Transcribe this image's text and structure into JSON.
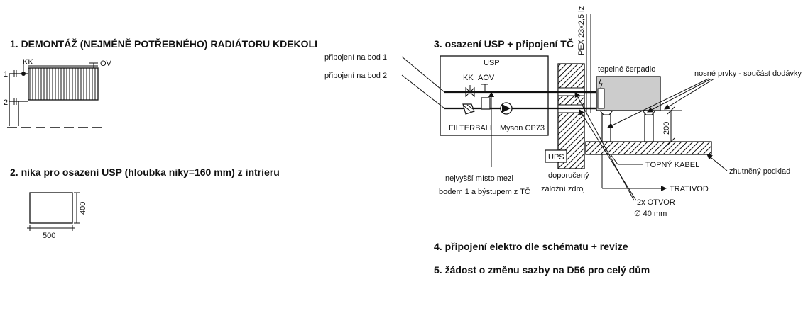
{
  "steps": {
    "s1": "1. DEMONTÁŽ (NEJMÉNĚ POTŘEBNÉHO) RADIÁTORU KDEKOLI",
    "s2": "2. nika pro osazení USP (hloubka niky=160 mm) z intrieru",
    "s3": "3. osazení USP + připojení TČ",
    "s4": "4. připojení elektro dle schématu + revize",
    "s5": "5. žádost o změnu sazby na D56 pro celý dům"
  },
  "radiator": {
    "kk": "KK",
    "ov": "OV",
    "port1": "1",
    "port2": "2"
  },
  "niche": {
    "width": "500",
    "height": "400"
  },
  "usp": {
    "title": "USP",
    "kk": "KK",
    "aov": "AOV",
    "filterball": "FILTERBALL",
    "pump": "Myson CP73",
    "inlet1": "připojení na bod 1",
    "inlet2": "připojení na bod 2"
  },
  "install": {
    "pex": "PEX 23x2,5 iz",
    "heat_pump": "tepelné čerpadlo",
    "supports": "nosné prvky - součást dodávky",
    "height_dim": "200",
    "ups_box": "UPS",
    "ups_line1": "doporučený",
    "ups_line2": "záložní zdroj",
    "cable": "TOPNÝ KABEL",
    "compacted": "zhutněný podklad",
    "drain": "TRATIVOD",
    "openings_line1": "2x OTVOR",
    "openings_line2": "∅ 40 mm",
    "highest_line1": "nejvyšší místo mezi",
    "highest_line2": "bodem 1 a býstupem z TČ"
  }
}
